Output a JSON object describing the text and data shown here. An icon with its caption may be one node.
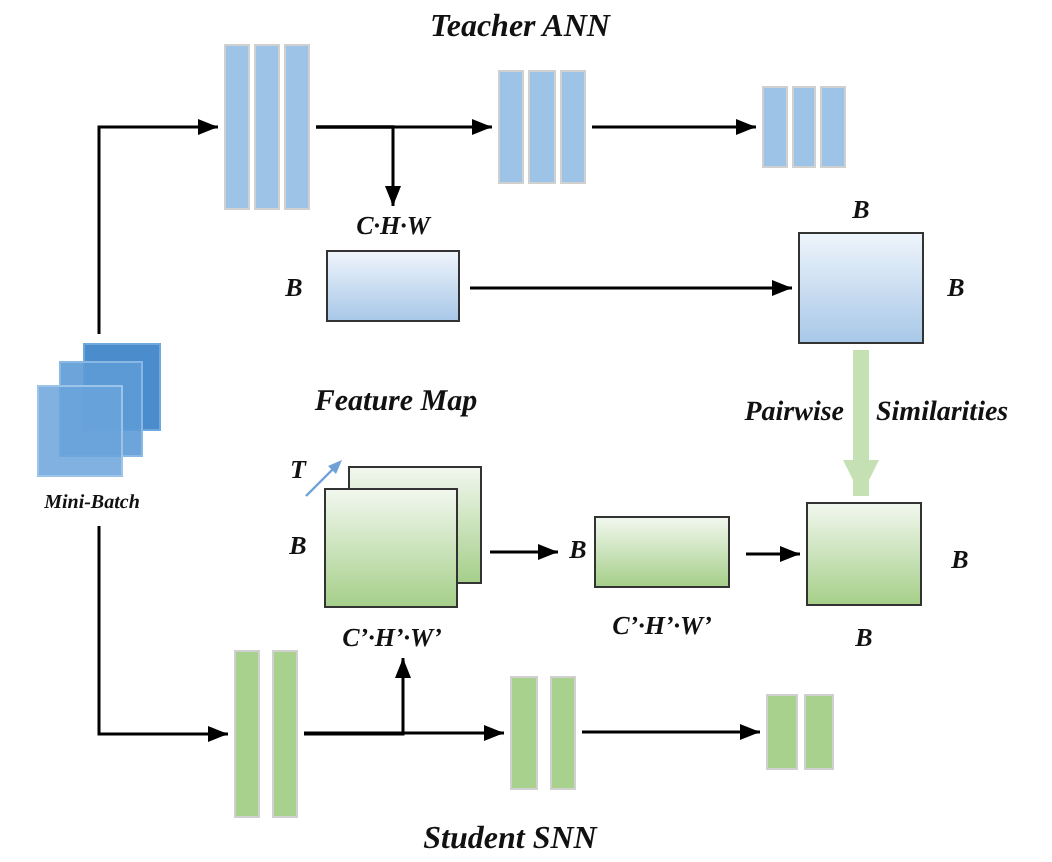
{
  "diagram": {
    "nodes": [
      {
        "text": [
          "Mini-Batch"
        ]
      },
      {
        "text": [],
        "shape": "bar"
      },
      {
        "text": [],
        "shape": "bar"
      },
      {
        "text": [],
        "shape": "bar"
      },
      {
        "text": [
          "C·H·W",
          "B"
        ]
      },
      {
        "text": [
          "B",
          "B"
        ]
      },
      {
        "text": [
          "T",
          "B",
          "C’·H’·W’"
        ]
      },
      {
        "text": [
          "B",
          "C’·H’·W’"
        ]
      },
      {
        "text": [
          "B",
          "B"
        ]
      },
      {
        "text": [],
        "shape": "bar"
      },
      {
        "text": [],
        "shape": "bar"
      },
      {
        "text": [],
        "shape": "bar"
      }
    ],
    "edges": [
      {
        "from": 0,
        "to": 1,
        "arrow": "to"
      },
      {
        "from": 0,
        "to": 9,
        "arrow": "to"
      },
      {
        "from": 1,
        "to": 2,
        "arrow": "to"
      },
      {
        "from": 1,
        "to": 4,
        "arrow": "to"
      },
      {
        "from": 2,
        "to": 3,
        "arrow": "to"
      },
      {
        "from": 4,
        "to": 5,
        "arrow": "to"
      },
      {
        "from": 5,
        "to": 8,
        "arrow": "to",
        "style": "thick",
        "color": "#c5e0b3"
      },
      {
        "from": 9,
        "to": 10,
        "arrow": "to"
      },
      {
        "from": 9,
        "to": 6,
        "arrow": "to"
      },
      {
        "from": 10,
        "to": 11,
        "arrow": "to"
      },
      {
        "from": 6,
        "to": 7,
        "arrow": "to"
      },
      {
        "from": 7,
        "to": 8,
        "arrow": "to"
      }
    ],
    "labels": [
      "Teacher ANN",
      "Feature Map",
      "Pairwise",
      "Similarities",
      "Student SNN"
    ]
  }
}
